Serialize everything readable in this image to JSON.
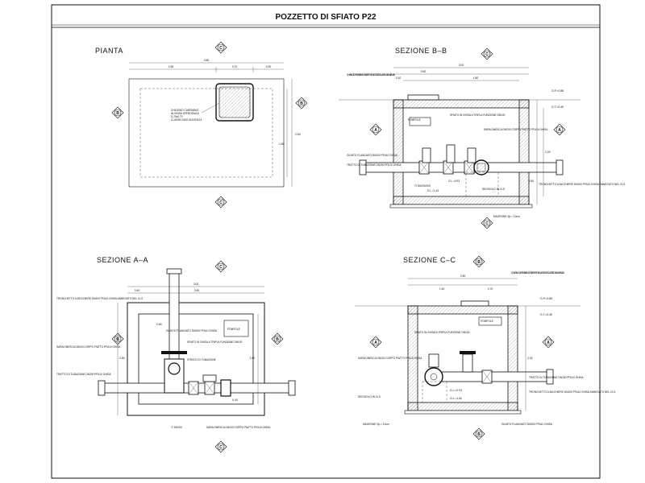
{
  "title": "POZZETTO DI SFIATO P22",
  "views": {
    "pianta": {
      "label": "PIANTA",
      "dims": {
        "overall": "3.50",
        "a": "1.50",
        "b": "0.70",
        "c": "0.30",
        "h": "2.60",
        "h2": "1.80"
      },
      "notes": [
        "CHIUSINO CARRABILE",
        "IN GHISA SFEROIDALE",
        "D.70x0.70",
        "CLASSE D400 UNI EN124"
      ]
    },
    "bb": {
      "label": "SEZIONE B–B",
      "dims": {
        "overall": "3.00",
        "w1": "0.10",
        "w2": "0.60",
        "w3": "1.80",
        "h1": "2.00",
        "ins": "0.80"
      },
      "levels": [
        "G.P.=0.88",
        "G.T.=0.45"
      ],
      "notes": [
        "CHIUSINO CARRABILE IN GHISA SFEROIDALE D.70x0.70 CLASSE D400 UNI EN124",
        "POMPOLE",
        "SFIATO IN GHISA A TRIPLA FUNZIONE DN100",
        "SARACINESCA DN200 CORPO PIATTO PFA10 GHISA",
        "GIUNTO FLANGIATO DN200 PFA10 GHISA",
        "TRONCHETTO A BICCHIERE DN200 PFA10 GHISA ANNEGATO NEL CLS",
        "TRATTO DI TUBAZIONE DN200 PFA10 GHISA",
        "TI DN200/100",
        "G.L.=0.93",
        "G.L.=1.43",
        "SEGGIOLO IN CLS",
        "MAGRONE Sp.= 10cm"
      ]
    },
    "aa": {
      "label": "SEZIONE A–A",
      "dims": {
        "overall": "3.00",
        "w1": "0.40",
        "w2": "2.60",
        "h": "2.80",
        "inner": "1.80",
        "d1": "0.40",
        "d2": "0.80"
      },
      "notes": [
        "TRONCHETTO A BICCHIERE DN200 PFA10 GHISA ANNEGATO NEL CLS",
        "SARACINESCA DN200 CORPO PIATTO PFA10 GHISA",
        "TRATTO DI TUBAZIONE DN200 PFA10 GHISA",
        "GIUNTO FLANGIATO DN200 PFA10 GHISA",
        "SFIATO IN GHISA A TRIPLA FUNZIONE DN100",
        "POMPOLE",
        "TI DN200",
        "SARACINESCA DN200 CORPO PIATTO PFA10 GHISA",
        "STRATO DI TUBAZIONE"
      ]
    },
    "cc": {
      "label": "SEZIONE C–C",
      "dims": {
        "overall": "2.50",
        "w1": "1.40",
        "w2": "0.70",
        "h": "2.00",
        "gl1": "G.L.=0.93",
        "gl2": "G.L.=1.62"
      },
      "levels": [
        "G.P.=0.88",
        "G.T.=0.45"
      ],
      "notes": [
        "CHIUSINO CARRABILE IN GHISA SFEROIDALE D.70x0.70 CLASSE D400 UNI EN124",
        "POMPOLE",
        "SFIATO IN GHISA A TRIPLA FUNZIONE DN100",
        "SARACINESCA DN200 CORPO PIATTO PFA10 GHISA",
        "SEGGIOLO IN CLS",
        "TRATTO DI TUBAZIONE DN200 PFA10 GHISA",
        "TRONCHETTO A BICCHIERE DN200 PFA10 GHISA ANNEGATO NEL CLS",
        "MAGRONE Sp.= 10cm",
        "GIUNTO FLANGIATO DN200 PFA10 GHISA"
      ]
    }
  },
  "section_tags": {
    "a": "A",
    "b": "B",
    "c": "C"
  }
}
